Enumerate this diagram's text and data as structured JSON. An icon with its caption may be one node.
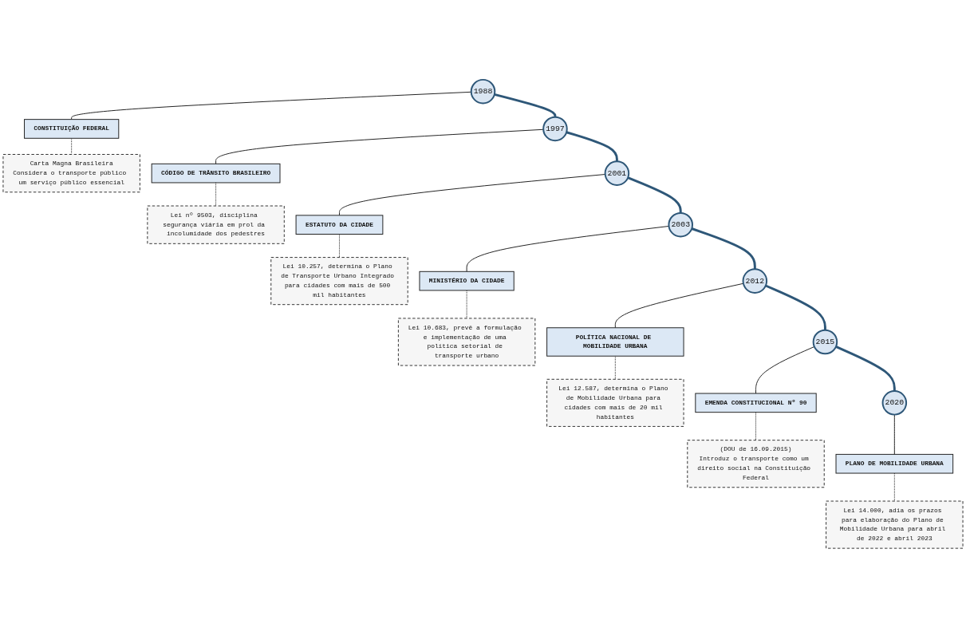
{
  "diagram": {
    "nodes": [
      {
        "text": [
          "1988"
        ]
      },
      {
        "text": [
          "CONSTITUIÇÃO FEDERAL"
        ]
      },
      {
        "text": [
          "Carta Magna Brasileira",
          "Considera o transporte público um serviço público essencial"
        ]
      },
      {
        "text": [
          "1997"
        ]
      },
      {
        "text": [
          "CÓDIGO DE TRÂNSITO BRASILEIRO"
        ]
      },
      {
        "text": [
          "Lei nº 9503, disciplina segurança viária em prol da incolumidade dos pedestres"
        ]
      },
      {
        "text": [
          "2001"
        ]
      },
      {
        "text": [
          "ESTATUTO DA CIDADE"
        ]
      },
      {
        "text": [
          "Lei 10.257, determina o Plano de Transporte Urbano Integrado para cidades com mais de 500 mil habitantes"
        ]
      },
      {
        "text": [
          "2003"
        ]
      },
      {
        "text": [
          "MINISTÉRIO DA CIDADE"
        ]
      },
      {
        "text": [
          "Lei 10.683, prevê a formulação e implementação de uma política setorial de transporte urbano"
        ]
      },
      {
        "text": [
          "2012"
        ]
      },
      {
        "text": [
          "POLÍTICA NACIONAL DE MOBILIDADE URBANA"
        ]
      },
      {
        "text": [
          "Lei 12.587, determina o Plano de Mobilidade Urbana para cidades com mais de 20 mil habitantes"
        ]
      },
      {
        "text": [
          "2015"
        ]
      },
      {
        "text": [
          "EMENDA CONSTITUCIONAL Nº 90"
        ]
      },
      {
        "text": [
          "(DOU de 16.09.2015)",
          "Introduz o transporte como um direito social na Constituição Federal"
        ]
      },
      {
        "text": [
          "2020"
        ]
      },
      {
        "text": [
          "PLANO DE MOBILIDADE URBANA"
        ]
      },
      {
        "text": [
          "Lei 14.000, adia os prazos para elaboração do Plano de Mobilidade Urbana para abril de 2022 e abril 2023"
        ]
      }
    ],
    "edges": [
      {
        "from": 0,
        "to": 3,
        "arrow": "none",
        "style": "thick",
        "color": "#2e5778"
      },
      {
        "from": 3,
        "to": 6,
        "arrow": "none",
        "style": "thick",
        "color": "#2e5778"
      },
      {
        "from": 6,
        "to": 9,
        "arrow": "none",
        "style": "thick",
        "color": "#2e5778"
      },
      {
        "from": 9,
        "to": 12,
        "arrow": "none",
        "style": "thick",
        "color": "#2e5778"
      },
      {
        "from": 12,
        "to": 15,
        "arrow": "none",
        "style": "thick",
        "color": "#2e5778"
      },
      {
        "from": 15,
        "to": 18,
        "arrow": "none",
        "style": "thick",
        "color": "#2e5778"
      },
      {
        "from": 0,
        "to": 1,
        "arrow": "none"
      },
      {
        "from": 1,
        "to": 2,
        "arrow": "none",
        "style": "dashed"
      },
      {
        "from": 3,
        "to": 4,
        "arrow": "none"
      },
      {
        "from": 4,
        "to": 5,
        "arrow": "none",
        "style": "dashed"
      },
      {
        "from": 6,
        "to": 7,
        "arrow": "none"
      },
      {
        "from": 7,
        "to": 8,
        "arrow": "none",
        "style": "dashed"
      },
      {
        "from": 9,
        "to": 10,
        "arrow": "none"
      },
      {
        "from": 10,
        "to": 11,
        "arrow": "none",
        "style": "dashed"
      },
      {
        "from": 12,
        "to": 13,
        "arrow": "none"
      },
      {
        "from": 13,
        "to": 14,
        "arrow": "none",
        "style": "dashed"
      },
      {
        "from": 15,
        "to": 16,
        "arrow": "none"
      },
      {
        "from": 16,
        "to": 17,
        "arrow": "none",
        "style": "dashed"
      },
      {
        "from": 18,
        "to": 19,
        "arrow": "none"
      },
      {
        "from": 19,
        "to": 20,
        "arrow": "none",
        "style": "dashed"
      }
    ]
  }
}
